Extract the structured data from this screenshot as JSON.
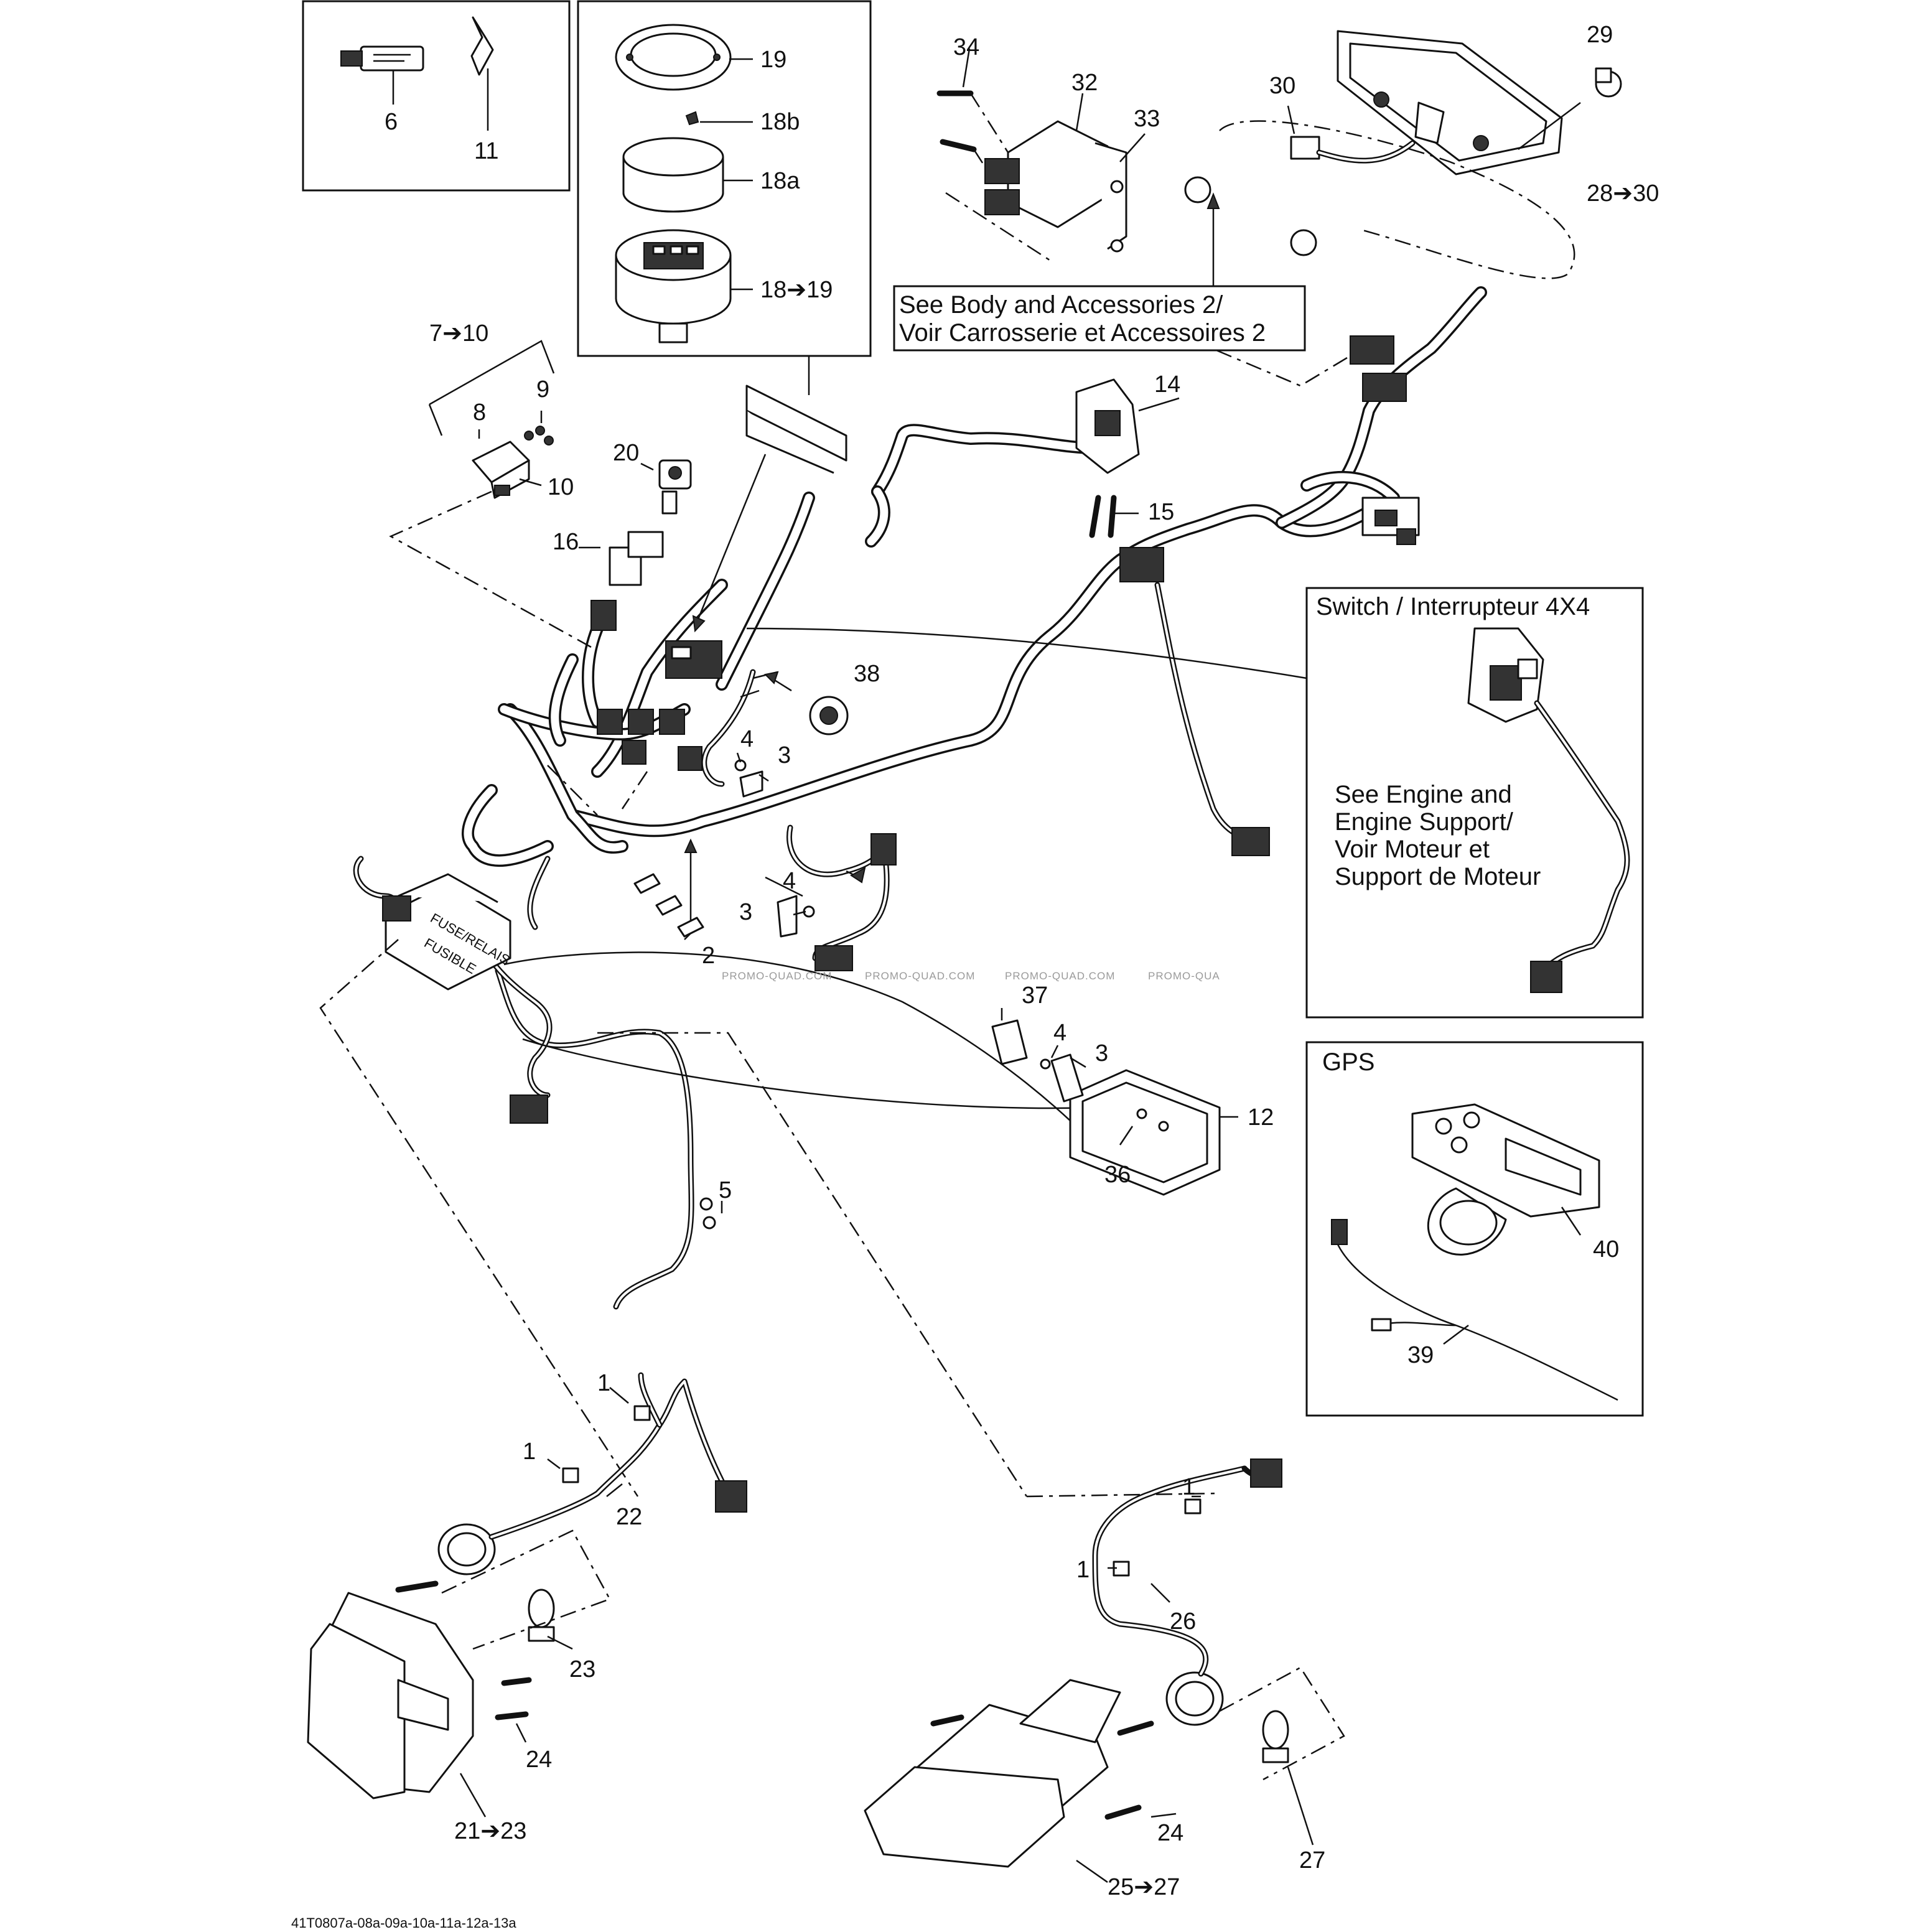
{
  "labels": {
    "p6": "6",
    "p11": "11",
    "p19": "19",
    "p18b": "18b",
    "p18a": "18a",
    "p18to19": "18➔19",
    "p34": "34",
    "p32": "32",
    "p33": "33",
    "p30": "30",
    "p29": "29",
    "p28to30": "28➔30",
    "p7to10": "7➔10",
    "p9": "9",
    "p8": "8",
    "p10": "10",
    "p20": "20",
    "p16": "16",
    "p14": "14",
    "p15": "15",
    "p38": "38",
    "p4a": "4",
    "p3a": "3",
    "p4b": "4",
    "p3b": "3",
    "p2": "2",
    "p37": "37",
    "p4c": "4",
    "p3c": "3",
    "p12": "12",
    "p36": "36",
    "p5": "5",
    "p40": "40",
    "p39": "39",
    "p1a": "1",
    "p1b": "1",
    "p22": "22",
    "p23": "23",
    "p24a": "24",
    "p21to23": "21➔23",
    "p1c": "1",
    "p1d": "1",
    "p26": "26",
    "p24b": "24",
    "p27": "27",
    "p25to27": "25➔27"
  },
  "notes": {
    "body_line1": "See Body and Accessories 2/",
    "body_line2": "Voir Carrosserie et Accessoires 2",
    "switch_title": "Switch / Interrupteur 4X4",
    "engine_line1": "See Engine and",
    "engine_line2": "Engine Support/",
    "engine_line3": "Voir Moteur et",
    "engine_line4": "Support de Moteur",
    "gps_title": "GPS"
  },
  "watermarks": [
    "PROMO-QUAD.COM",
    "PROMO-QUAD.COM",
    "PROMO-QUAD.COM",
    "PROMO-QUA"
  ],
  "module_text": [
    "FUSE/RELAIS",
    "FUSIBLE"
  ],
  "footer_code": "41T0807a-08a-09a-10a-11a-12a-13a"
}
